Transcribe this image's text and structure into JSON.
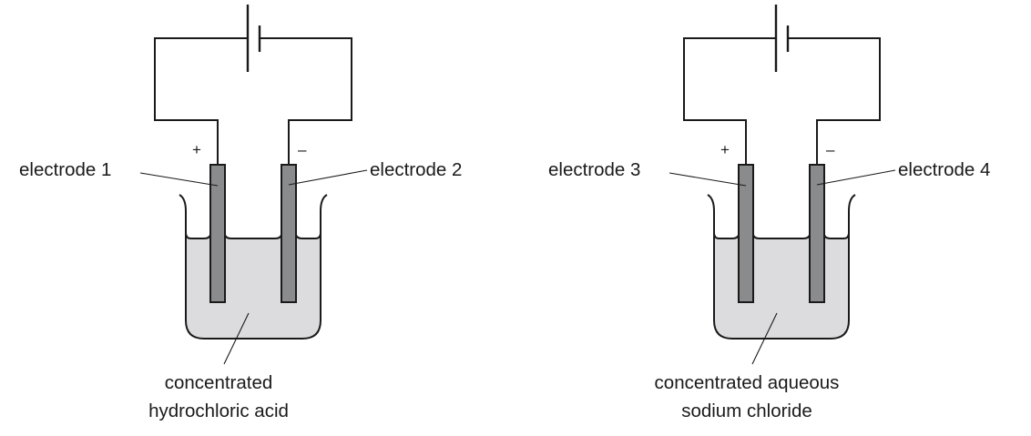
{
  "colors": {
    "liquid": "#dcdcde",
    "electrode": "#8a8b8d",
    "line": "#1a1a1a"
  },
  "diagrams": [
    {
      "name": "hydrochloric-acid-cell",
      "positive_sign": "+",
      "negative_sign": "–",
      "electrode_left_label": "electrode 1",
      "electrode_right_label": "electrode 2",
      "electrolyte_line1": "concentrated",
      "electrolyte_line2": "hydrochloric acid",
      "components": {
        "power_source": "battery-cell",
        "left_electrode_polarity": "positive",
        "right_electrode_polarity": "negative"
      }
    },
    {
      "name": "sodium-chloride-cell",
      "positive_sign": "+",
      "negative_sign": "–",
      "electrode_left_label": "electrode 3",
      "electrode_right_label": "electrode 4",
      "electrolyte_line1": "concentrated aqueous",
      "electrolyte_line2": "sodium chloride",
      "components": {
        "power_source": "battery-cell",
        "left_electrode_polarity": "positive",
        "right_electrode_polarity": "negative"
      }
    }
  ]
}
